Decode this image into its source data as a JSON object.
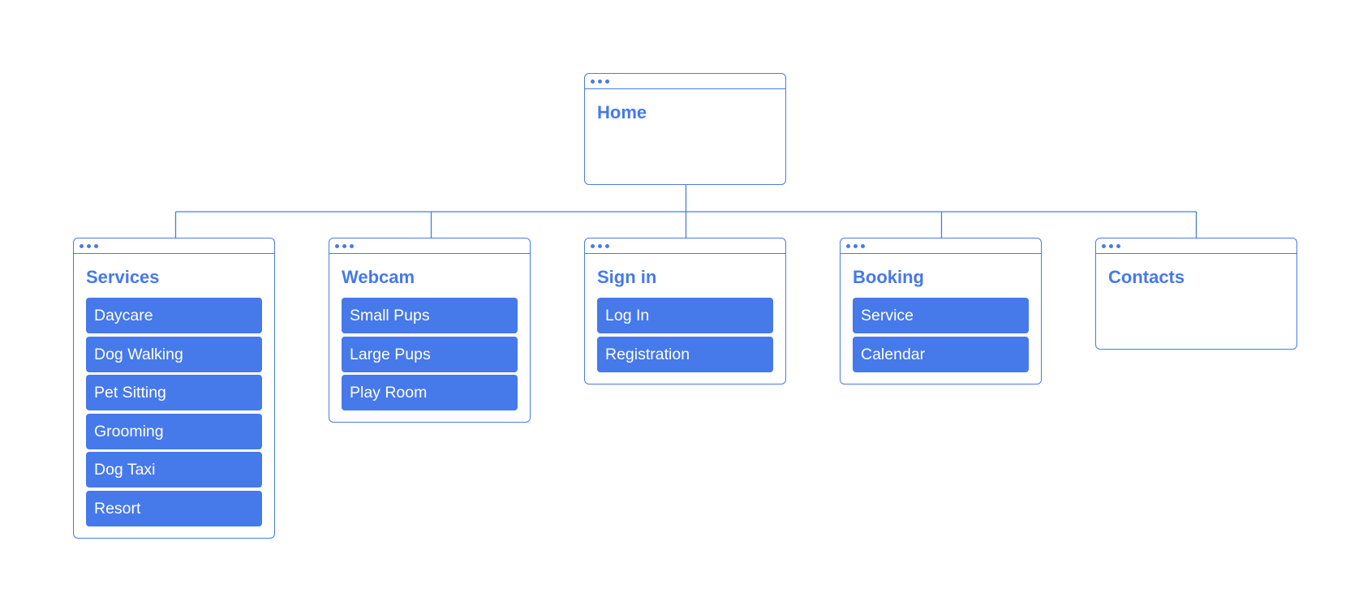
{
  "sitemap": {
    "root": {
      "title": "Home"
    },
    "pages": [
      {
        "title": "Services",
        "items": [
          "Daycare",
          "Dog Walking",
          "Pet Sitting",
          "Grooming",
          "Dog Taxi",
          "Resort"
        ]
      },
      {
        "title": "Webcam",
        "items": [
          "Small Pups",
          "Large Pups",
          "Play Room"
        ]
      },
      {
        "title": "Sign in",
        "items": [
          "Log In",
          "Registration"
        ]
      },
      {
        "title": "Booking",
        "items": [
          "Service",
          "Calendar"
        ]
      },
      {
        "title": "Contacts",
        "items": []
      }
    ],
    "colors": {
      "accent": "#4679ea",
      "line": "#4a7ae8",
      "item_text": "#ffffff",
      "background": "#ffffff"
    }
  }
}
